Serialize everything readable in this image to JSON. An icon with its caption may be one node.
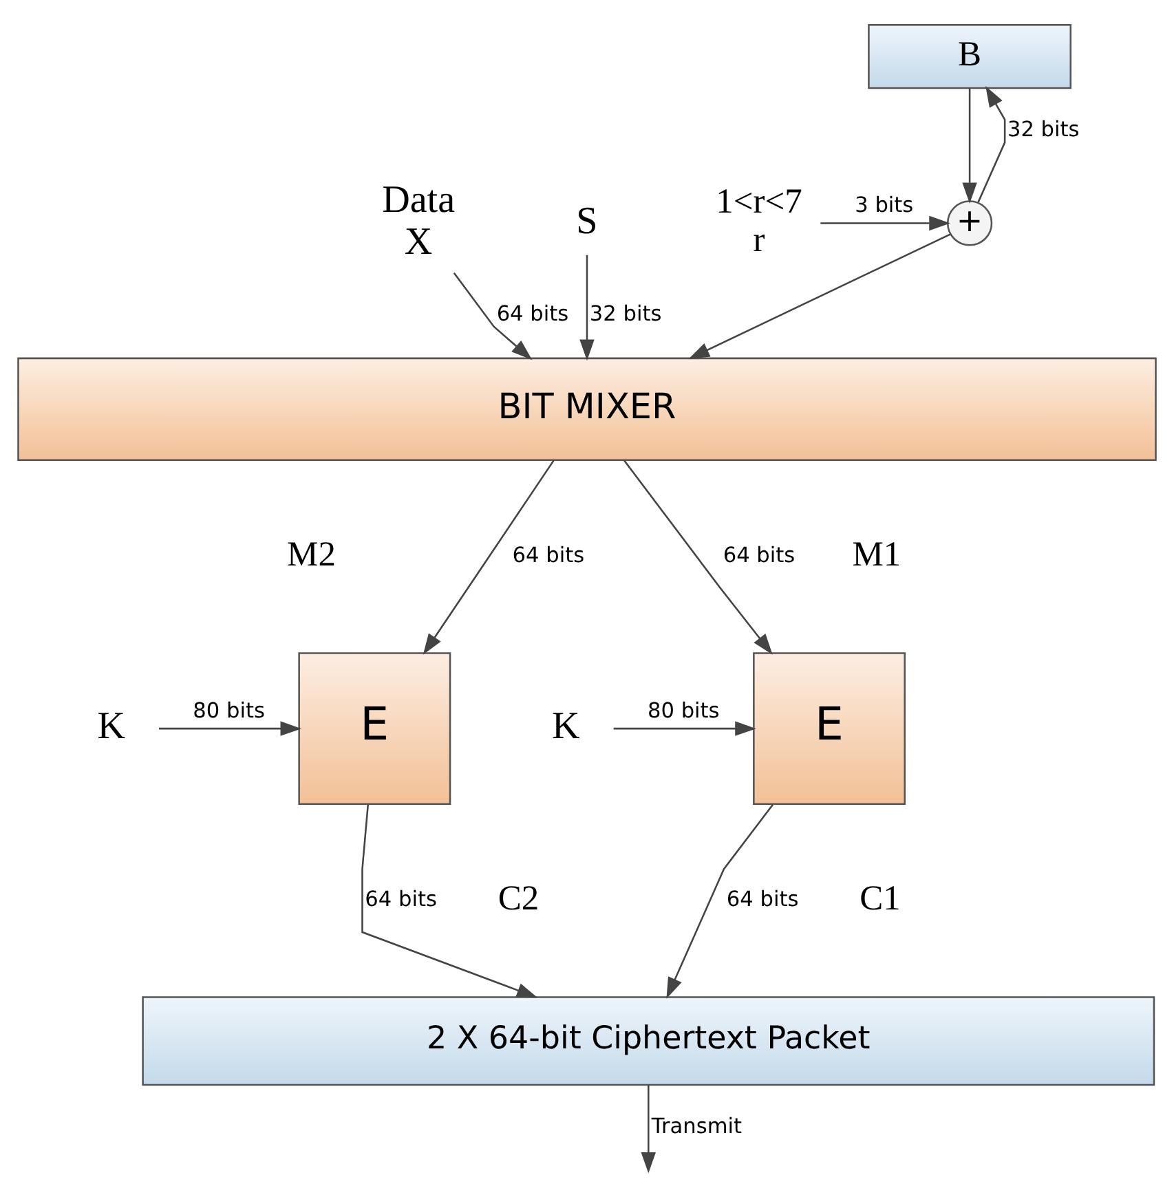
{
  "diagram": {
    "nodes": [
      {
        "text": [
          "Data",
          "X"
        ]
      },
      {
        "text": [
          "S"
        ]
      },
      {
        "text": [
          "B"
        ]
      },
      {
        "text": [
          "+"
        ]
      },
      {
        "text": [
          "1<r<7",
          "r"
        ]
      },
      {
        "text": [
          "BIT MIXER"
        ]
      },
      {
        "text": [
          "K"
        ]
      },
      {
        "text": [
          "E"
        ]
      },
      {
        "text": [
          "K"
        ]
      },
      {
        "text": [
          "E"
        ]
      },
      {
        "text": [
          "2 X 64-bit Ciphertext Packet"
        ]
      }
    ],
    "edges": [
      {
        "from": 0,
        "to": 5,
        "arrow": "to",
        "label": "64 bits"
      },
      {
        "from": 1,
        "to": 5,
        "arrow": "to",
        "label": "32 bits"
      },
      {
        "from": 2,
        "to": 3,
        "arrow": "to"
      },
      {
        "from": 4,
        "to": 3,
        "arrow": "to",
        "label": "3 bits"
      },
      {
        "from": 3,
        "to": 5,
        "arrow": "to"
      },
      {
        "from": 3,
        "to": 2,
        "arrow": "to",
        "label": "32 bits"
      },
      {
        "from": 5,
        "to": 7,
        "arrow": "to",
        "label": "64 bits"
      },
      {
        "from": 5,
        "to": 9,
        "arrow": "to",
        "label": "64 bits"
      },
      {
        "from": 6,
        "to": 7,
        "arrow": "to",
        "label": "80 bits"
      },
      {
        "from": 8,
        "to": 9,
        "arrow": "to",
        "label": "80 bits"
      },
      {
        "from": 7,
        "to": 10,
        "arrow": "to",
        "label": "64 bits"
      },
      {
        "from": 9,
        "to": 10,
        "arrow": "to",
        "label": "64 bits"
      },
      {
        "from": 10,
        "to": null,
        "arrow": "to",
        "label": "Transmit"
      }
    ],
    "labels": [
      "M2",
      "M1",
      "C2",
      "C1"
    ]
  }
}
